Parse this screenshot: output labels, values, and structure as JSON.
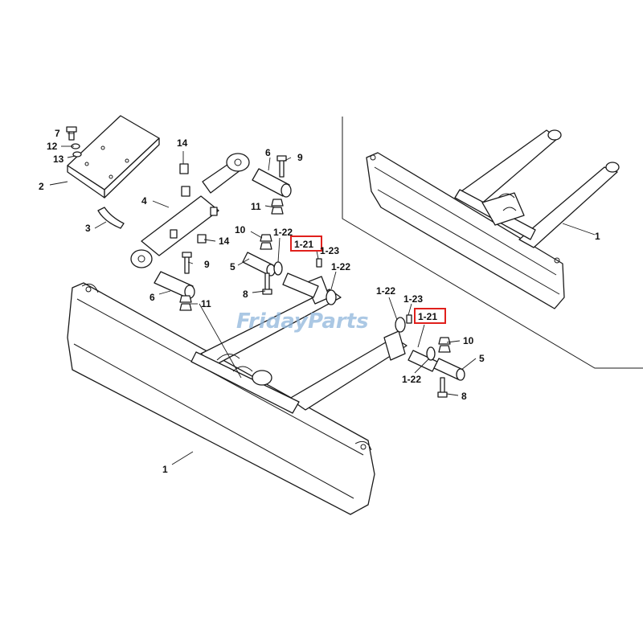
{
  "watermark": "FridayParts",
  "highlight_color": "#e0201c",
  "part_labels": {
    "p7": "7",
    "p12": "12",
    "p13": "13",
    "p2": "2",
    "p3": "3",
    "p14a": "14",
    "p4": "4",
    "p6a": "6",
    "p9a": "9",
    "p11a": "11",
    "p10a": "10",
    "p122a": "1-22",
    "p121a": "1-21",
    "p123a": "1-23",
    "p122b": "1-22",
    "p14b": "14",
    "p5a": "5",
    "p9b": "9",
    "p8a": "8",
    "p6b": "6",
    "p11b": "11",
    "p1a": "1",
    "p1b": "1",
    "p122c": "1-22",
    "p123b": "1-23",
    "p121b": "1-21",
    "p10b": "10",
    "p5b": "5",
    "p122d": "1-22",
    "p8b": "8"
  }
}
